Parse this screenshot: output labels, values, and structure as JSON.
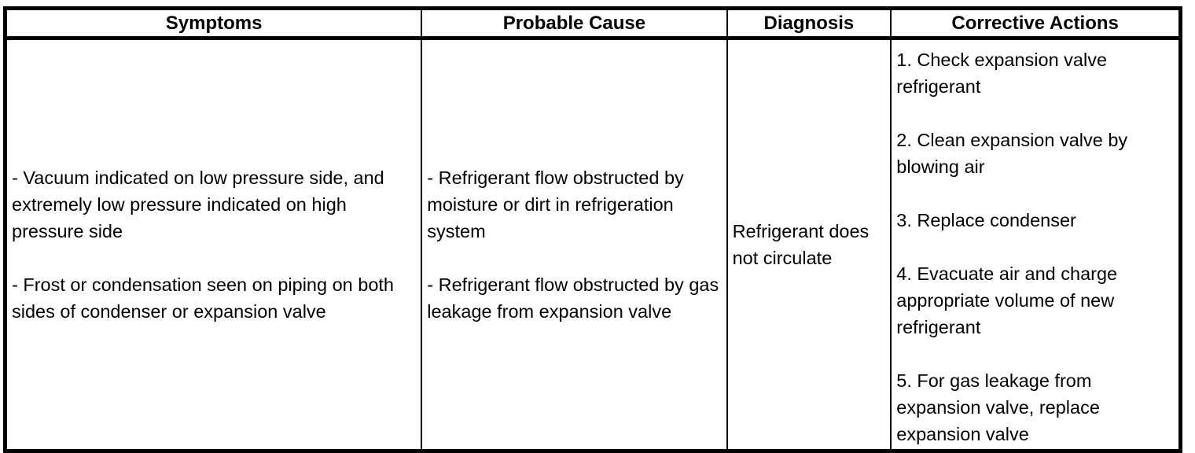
{
  "table": {
    "headers": [
      {
        "label": "Symptoms"
      },
      {
        "label": "Probable Cause"
      },
      {
        "label": "Diagnosis"
      },
      {
        "label": "Corrective Actions"
      }
    ],
    "rows": [
      {
        "symptoms": [
          "- Vacuum indicated on low pressure side, and extremely low pressure indicated on high pressure side",
          "- Frost or condensation seen on piping on both sides of condenser or expansion valve"
        ],
        "probable_cause": [
          "- Refrigerant flow obstructed by moisture or dirt in refrigeration system",
          "- Refrigerant flow obstructed by gas leakage from expansion valve"
        ],
        "diagnosis": [
          "Refrigerant does not circulate"
        ],
        "corrective_actions": [
          "1. Check expansion valve refrigerant",
          "2. Clean expansion valve by blowing air",
          "3. Replace condenser",
          "4. Evacuate air and charge appropriate volume of new refrigerant",
          "5. For gas leakage from expansion valve, replace expansion valve"
        ]
      }
    ]
  }
}
